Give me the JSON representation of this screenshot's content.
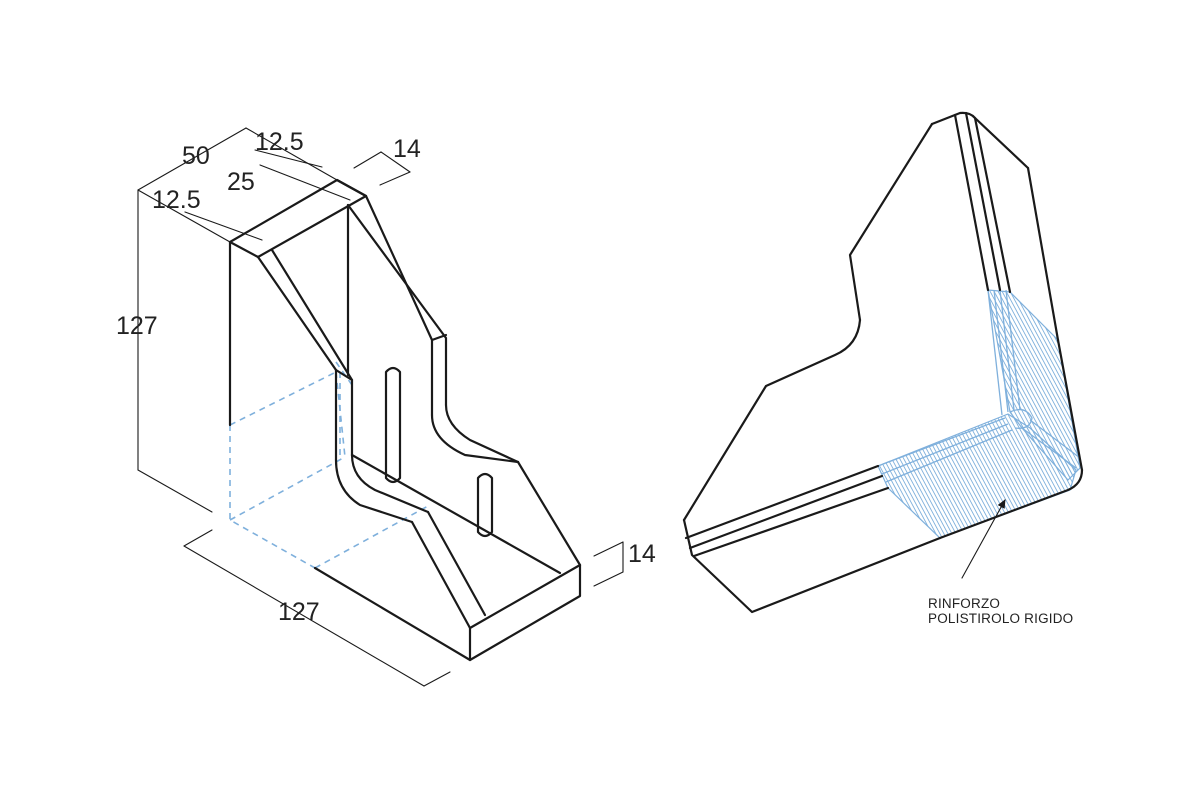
{
  "dimensions": {
    "overall_depth": "50",
    "top_offset_right": "12.5",
    "top_slot_width": "25",
    "top_offset_left": "12.5",
    "wall_thickness_top": "14",
    "height": "127",
    "length": "127",
    "wall_thickness_base": "14"
  },
  "annotation": {
    "line1": "RINFORZO",
    "line2": "POLISTIROLO RIGIDO"
  },
  "colors": {
    "line": "#1a1a1a",
    "reinforcement": "#7fb0dc",
    "hidden": "#7fb0dc"
  }
}
